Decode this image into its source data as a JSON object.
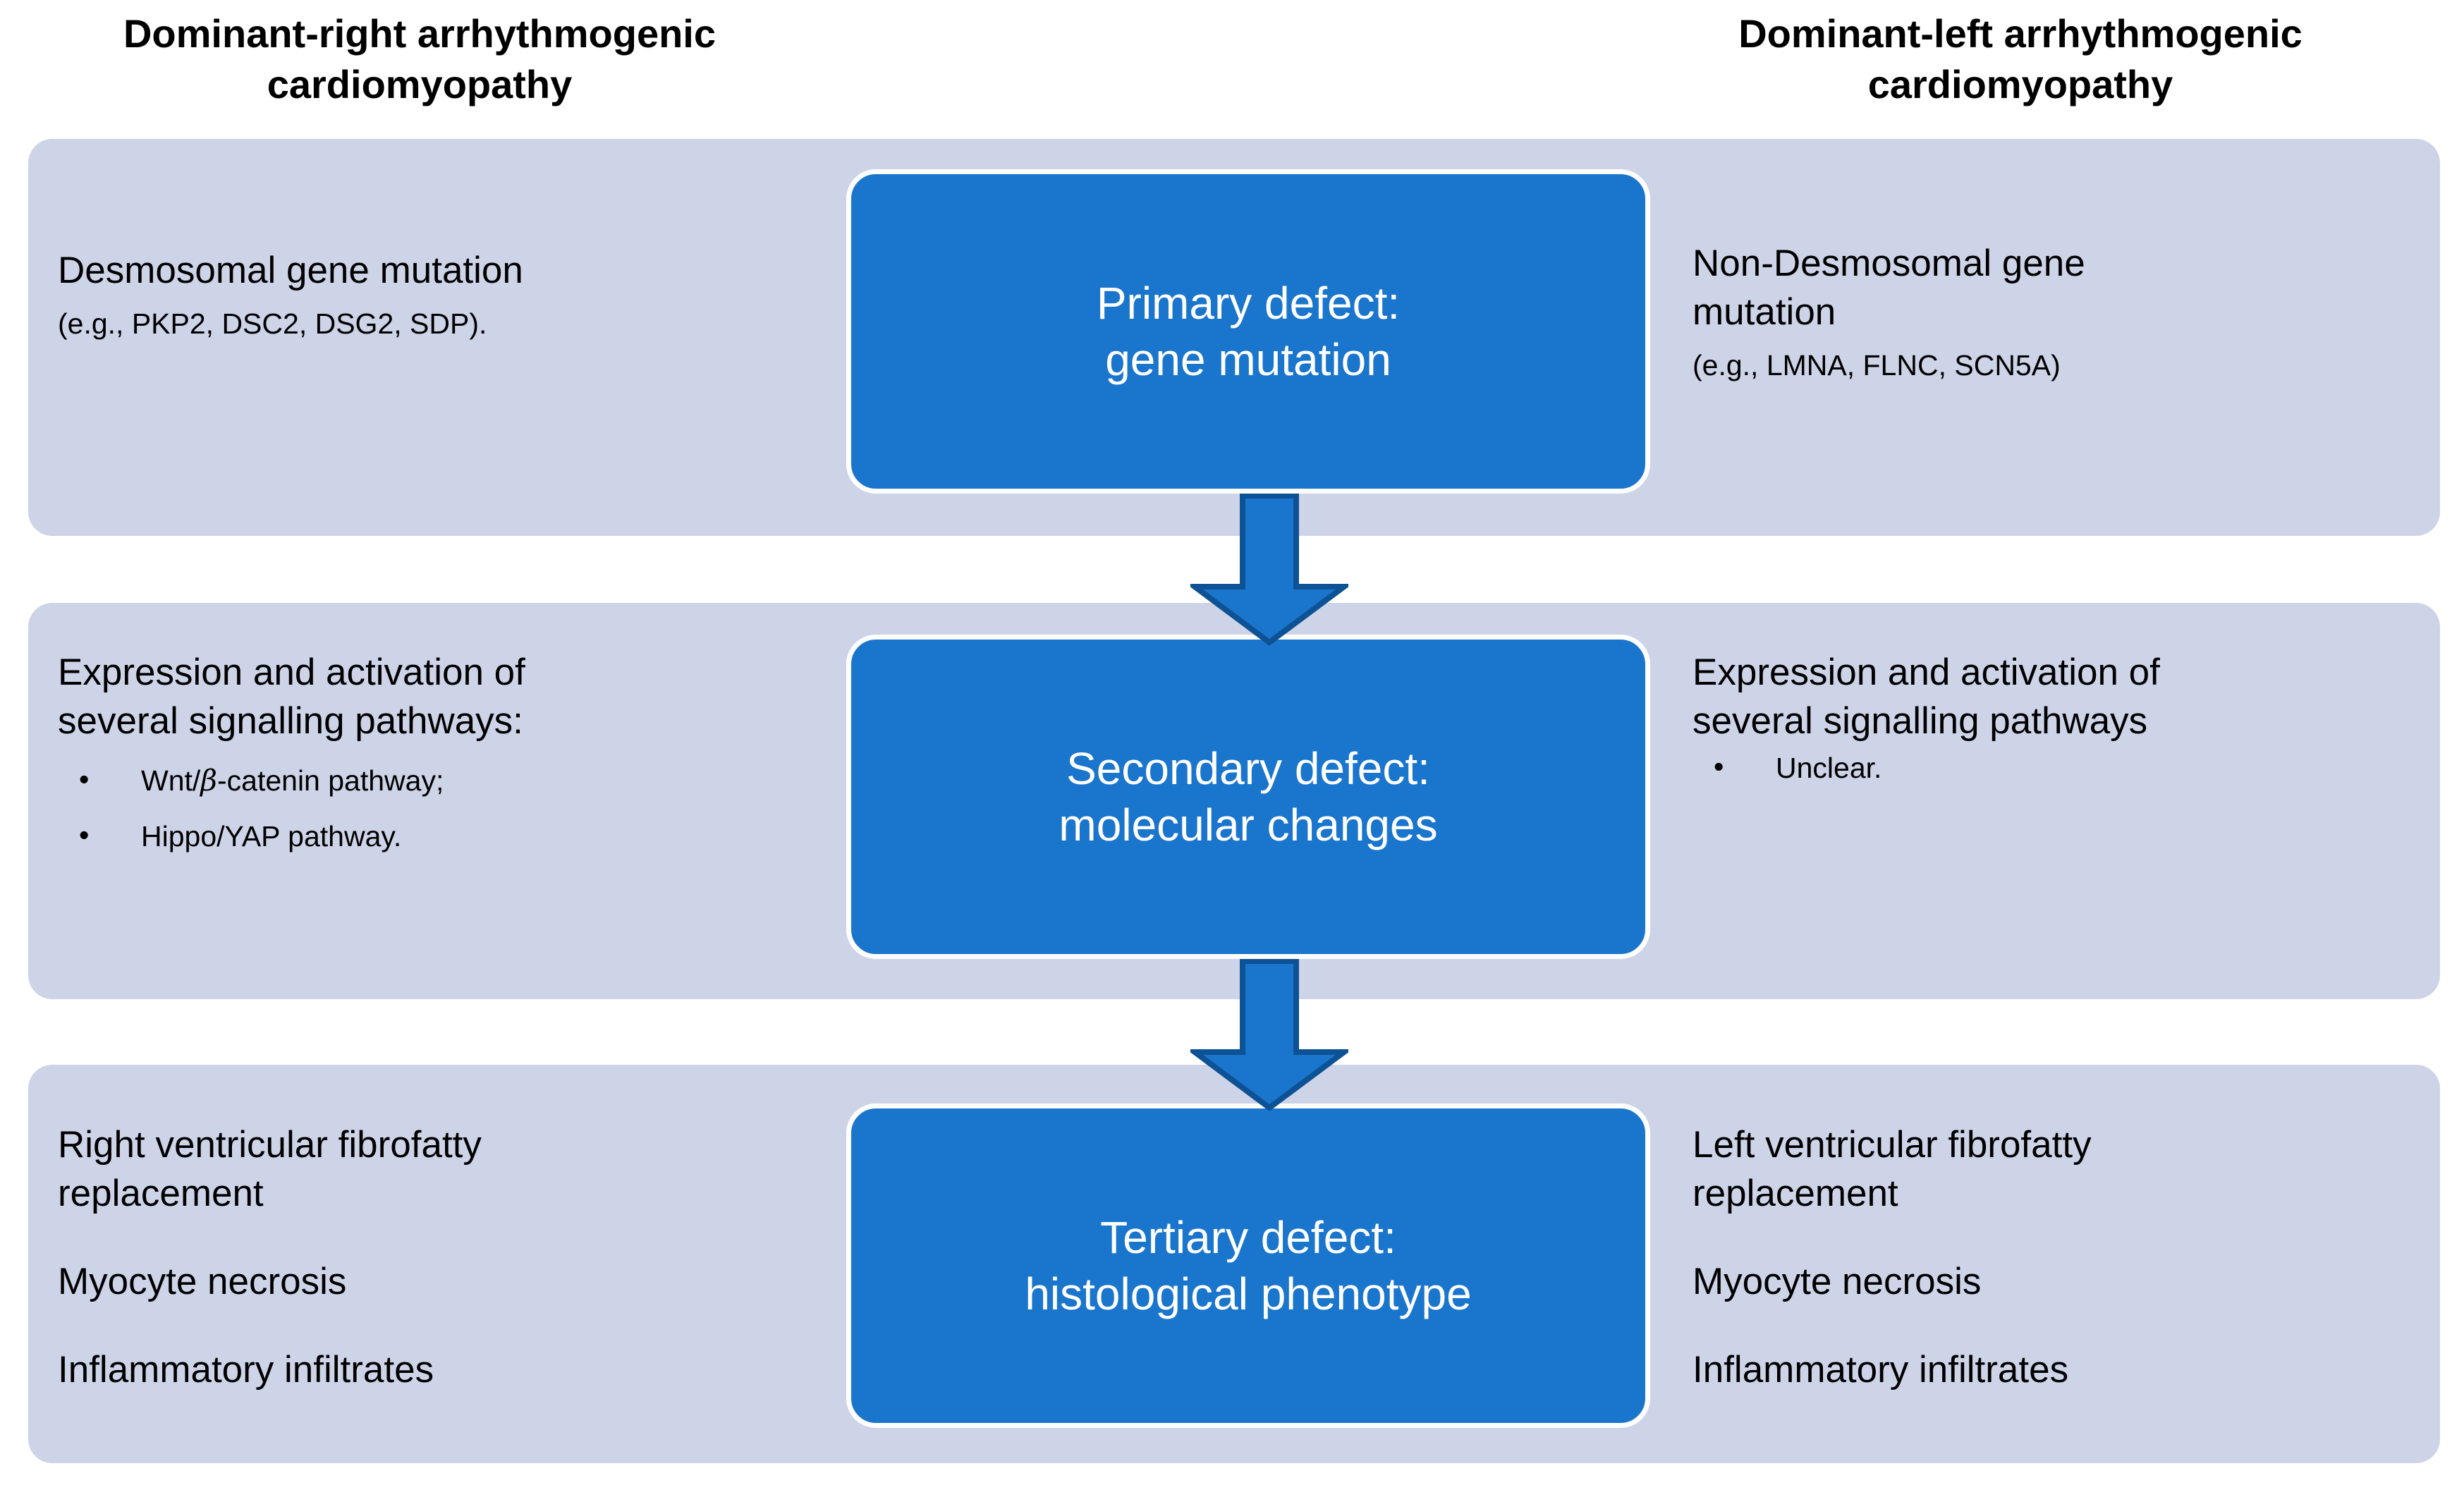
{
  "headings": {
    "left": "Dominant-right arrhythmogenic\ncardiomyopathy",
    "right": "Dominant-left arrhythmogenic\ncardiomyopathy"
  },
  "colors": {
    "band": "#ced4e8",
    "box_fill": "#1a75cd",
    "box_border": "#ffffff",
    "arrow_fill": "#1a75cd",
    "arrow_outline": "#0d5294",
    "text": "#000000",
    "box_text": "#ffffff"
  },
  "center_boxes": [
    {
      "label": "Primary defect:\ngene mutation"
    },
    {
      "label": "Secondary defect:\nmolecular changes"
    },
    {
      "label": "Tertiary defect:\nhistological phenotype"
    }
  ],
  "rows": [
    {
      "left": {
        "lead": "Desmosomal gene mutation",
        "sub": "(e.g., PKP2, DSC2, DSG2, SDP)."
      },
      "right": {
        "lead": "Non-Desmosomal gene\nmutation",
        "sub": "(e.g., LMNA, FLNC, SCN5A)"
      }
    },
    {
      "left": {
        "lead": "Expression and activation of\nseveral signalling pathways:",
        "bullets": [
          "Wnt/β-catenin pathway;",
          "Hippo/YAP pathway."
        ],
        "bullet_glyph": "•"
      },
      "right": {
        "lead": "Expression and activation of\nseveral signalling pathways",
        "bullets": [
          "Unclear."
        ],
        "bullet_glyph": "•"
      }
    },
    {
      "left": {
        "lines": [
          "Right ventricular fibrofatty\nreplacement",
          "Myocyte necrosis",
          "Inflammatory infiltrates"
        ]
      },
      "right": {
        "lines": [
          "Left ventricular fibrofatty\nreplacement",
          "Myocyte necrosis",
          "Inflammatory infiltrates"
        ]
      }
    }
  ],
  "arrows": [
    {
      "name": "arrow-primary-to-secondary",
      "direction": "down"
    },
    {
      "name": "arrow-secondary-to-tertiary",
      "direction": "down"
    }
  ]
}
